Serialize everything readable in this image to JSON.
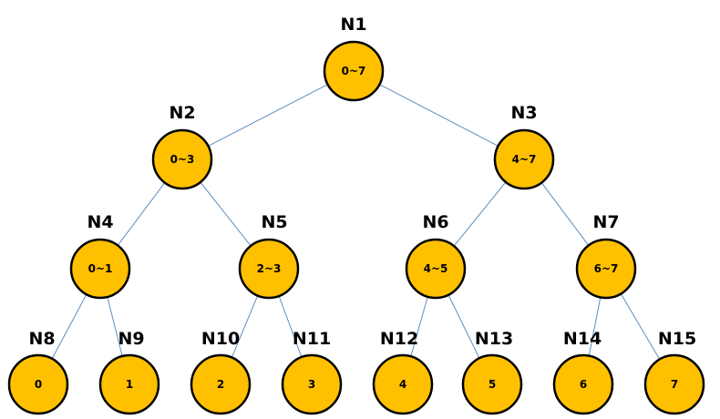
{
  "tree": {
    "colors": {
      "node_fill": "#ffc000",
      "node_stroke": "#000000",
      "edge": "#5b8fbf"
    },
    "nodes": [
      {
        "name": "N1",
        "range": "0~7"
      },
      {
        "name": "N2",
        "range": "0~3"
      },
      {
        "name": "N3",
        "range": "4~7"
      },
      {
        "name": "N4",
        "range": "0~1"
      },
      {
        "name": "N5",
        "range": "2~3"
      },
      {
        "name": "N6",
        "range": "4~5"
      },
      {
        "name": "N7",
        "range": "6~7"
      },
      {
        "name": "N8",
        "range": "0"
      },
      {
        "name": "N9",
        "range": "1"
      },
      {
        "name": "N10",
        "range": "2"
      },
      {
        "name": "N11",
        "range": "3"
      },
      {
        "name": "N12",
        "range": "4"
      },
      {
        "name": "N13",
        "range": "5"
      },
      {
        "name": "N14",
        "range": "6"
      },
      {
        "name": "N15",
        "range": "7"
      }
    ]
  }
}
